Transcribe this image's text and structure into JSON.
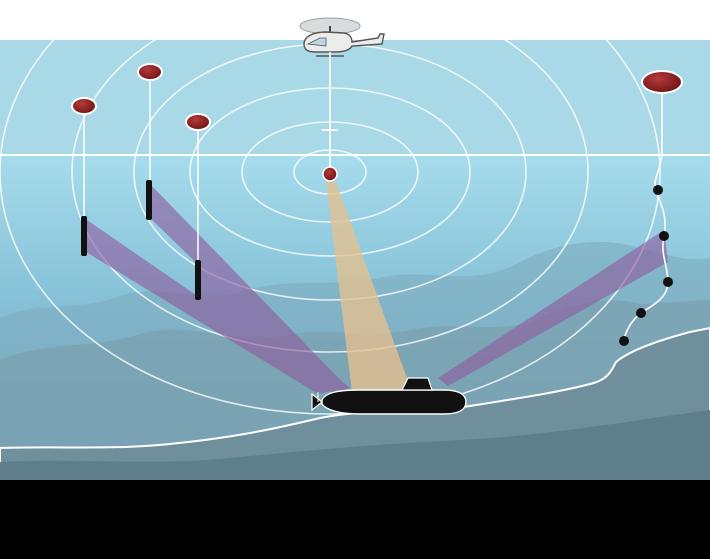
{
  "diagram": {
    "colors": {
      "background": "#ffffff",
      "sky": "#a9d8e6",
      "water_top": "#a6dcec",
      "water_bottom": "#5f9fbd",
      "seabed": "#6f8f9c",
      "seabed_dark": "#5e7e8b",
      "sonar_ring": "#ffffff",
      "passive_beam": "#8e5c9e",
      "active_beam": "#e6c08e",
      "buoy_cap": "#8a1a1a",
      "hydrophone": "#111111",
      "submarine": "#111111",
      "helicopter": "#ececec",
      "bottom_bar": "#000000"
    },
    "elements": [
      {
        "name": "helicopter",
        "icon": "helicopter-icon"
      },
      {
        "name": "dipping-sonar",
        "icon": "sonar-transducer-icon"
      },
      {
        "name": "sonobuoy-1",
        "icon": "buoy-icon"
      },
      {
        "name": "sonobuoy-2",
        "icon": "buoy-icon"
      },
      {
        "name": "sonobuoy-3",
        "icon": "buoy-icon"
      },
      {
        "name": "towed-array-buoy",
        "icon": "buoy-icon"
      },
      {
        "name": "submarine",
        "icon": "submarine-icon"
      }
    ]
  }
}
